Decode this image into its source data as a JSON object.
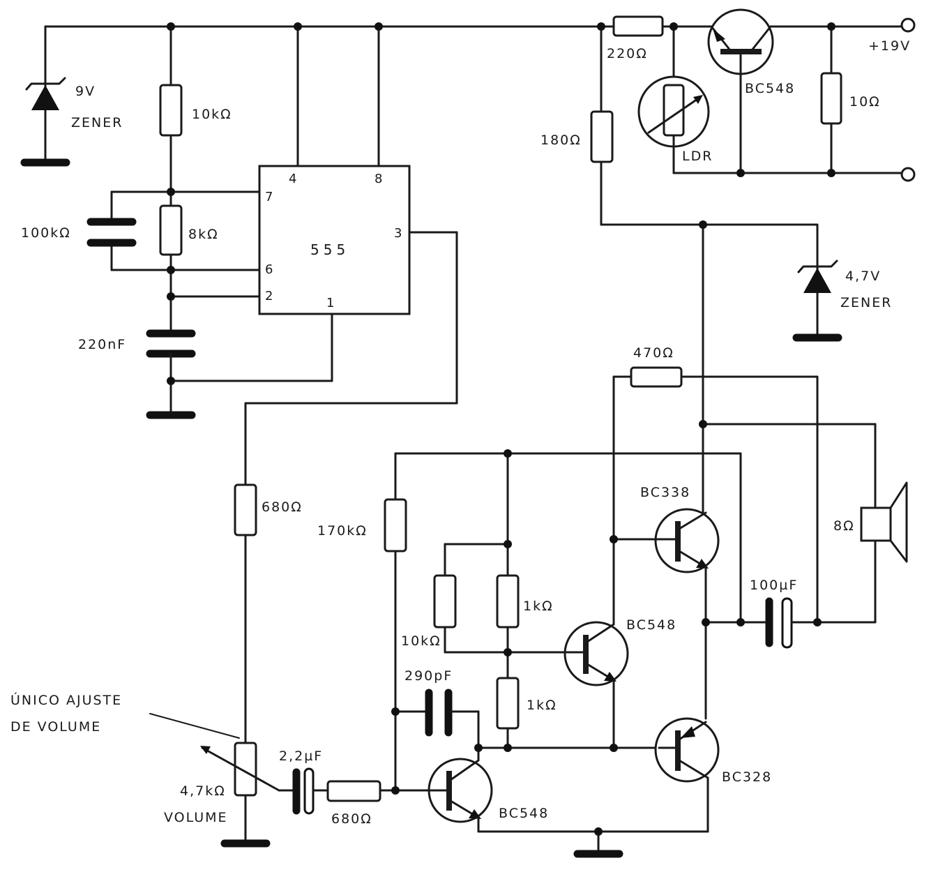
{
  "labels": {
    "zener9_a": "9V",
    "zener9_b": "ZENER",
    "r10k": "10kΩ",
    "c100k": "100kΩ",
    "r8k": "8kΩ",
    "c220n": "220nF",
    "ic": "555",
    "pin4": "4",
    "pin8": "8",
    "pin7": "7",
    "pin6": "6",
    "pin2": "2",
    "pin3": "3",
    "pin1": "1",
    "r220": "220Ω",
    "r180": "180Ω",
    "ldr": "LDR",
    "q_bc548_top": "BC548",
    "r10": "10Ω",
    "vplus": "+19V",
    "zener47_a": "4,7V",
    "zener47_b": "ZENER",
    "r470": "470Ω",
    "q_bc338": "BC338",
    "spk": "8Ω",
    "r680_top": "680Ω",
    "r170k": "170kΩ",
    "r10k_b": "10kΩ",
    "r1k_a": "1kΩ",
    "q_bc548_mid": "BC548",
    "c100u": "100µF",
    "c290p": "290pF",
    "r1k_b": "1kΩ",
    "note_a": "ÚNICO AJUSTE",
    "note_b": "DE VOLUME",
    "pot": "4,7kΩ",
    "pot_b": "VOLUME",
    "c22u": "2,2µF",
    "r680_b": "680Ω",
    "q_bc548_bot": "BC548",
    "q_bc328": "BC328"
  }
}
